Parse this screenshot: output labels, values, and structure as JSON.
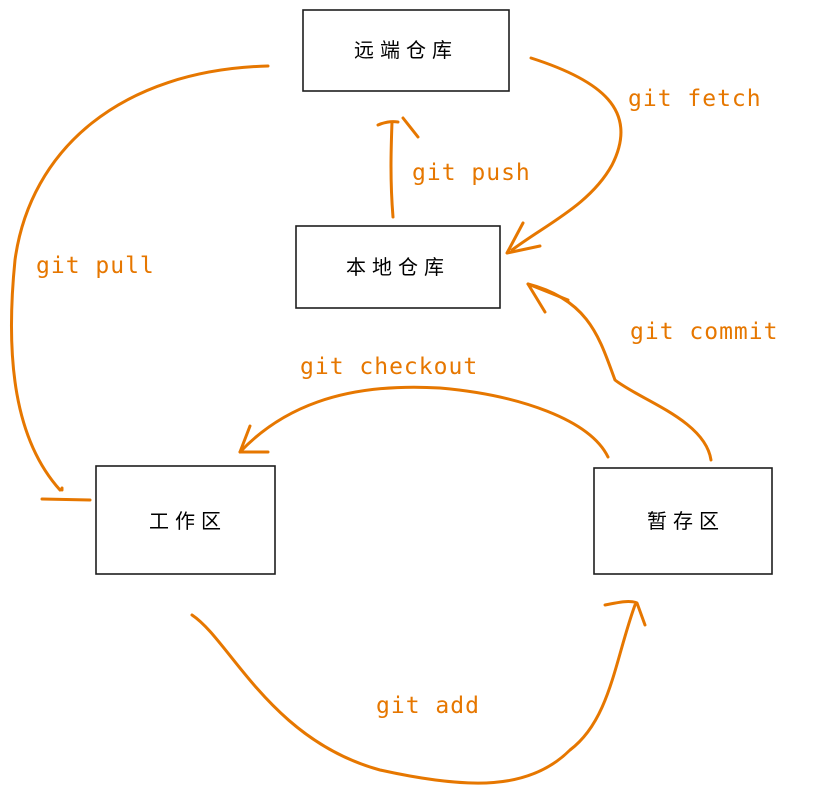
{
  "nodes": {
    "remote": "远端仓库",
    "local": "本地仓库",
    "workspace": "工作区",
    "staging": "暂存区"
  },
  "edges": {
    "pull": "git pull",
    "fetch": "git fetch",
    "push": "git push",
    "commit": "git commit",
    "checkout": "git checkout",
    "add": "git add"
  },
  "colors": {
    "edge": "#e67700",
    "box_stroke": "#1e1e1e"
  }
}
